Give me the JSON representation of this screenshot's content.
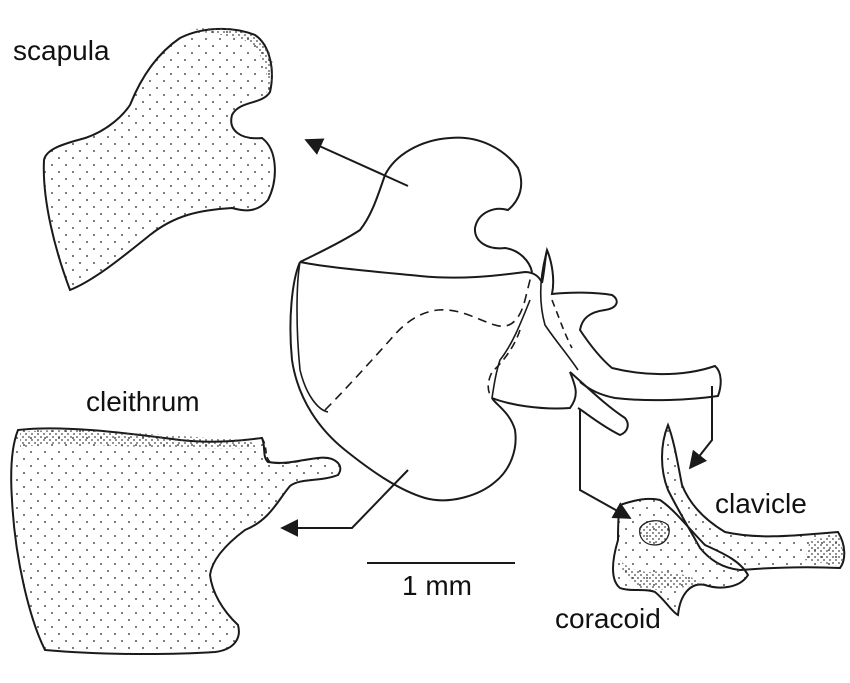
{
  "labels": {
    "scapula": "scapula",
    "cleithrum": "cleithrum",
    "clavicle": "clavicle",
    "coracoid": "coracoid"
  },
  "scale_bar": {
    "label": "1 mm"
  },
  "colors": {
    "line": "#1a1a1a",
    "stipple": "#555555",
    "background": "#ffffff"
  }
}
